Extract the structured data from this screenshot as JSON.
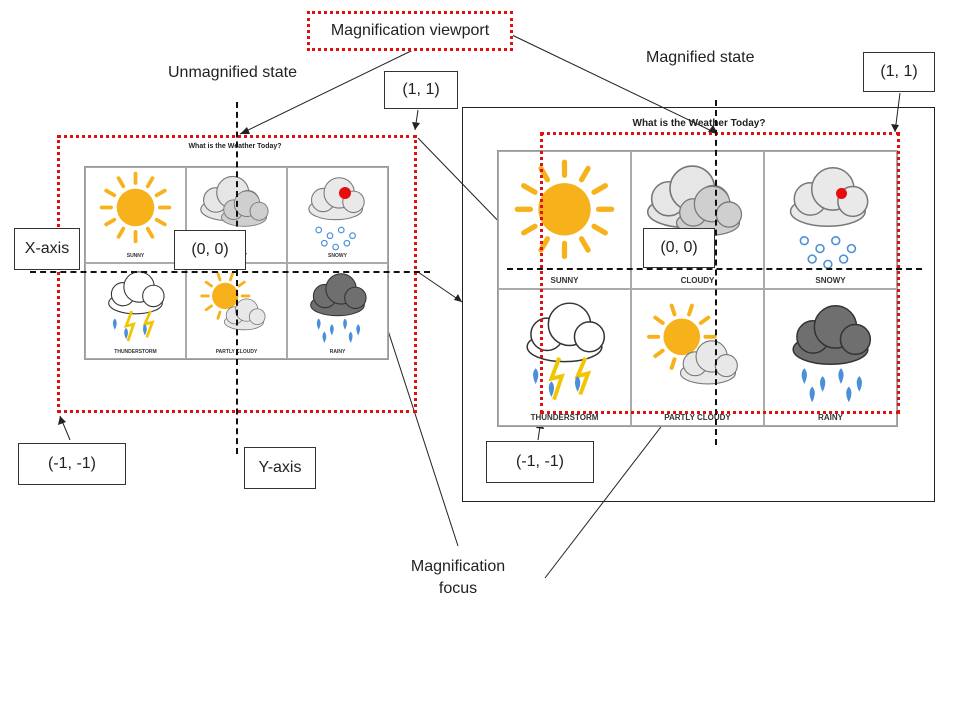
{
  "labels": {
    "viewport": "Magnification viewport",
    "unmagnified": "Unmagnified state",
    "magnified": "Magnified state",
    "x_axis": "X-axis",
    "y_axis": "Y-axis",
    "focus": "Magnification\nfocus",
    "coord_top_right_left": "(1, 1)",
    "coord_top_right_right": "(1, 1)",
    "coord_origin_left": "(0, 0)",
    "coord_origin_right": "(0, 0)",
    "coord_bottom_left_left": "(-1, -1)",
    "coord_bottom_left_right": "(-1, -1)"
  },
  "weather_chart": {
    "title": "What is the Weather Today?",
    "cells": [
      {
        "icon": "sun-icon",
        "caption": "SUNNY"
      },
      {
        "icon": "cloud-icon",
        "caption": "CLOUDY"
      },
      {
        "icon": "snow-icon",
        "caption": "SNOWY"
      },
      {
        "icon": "thunderstorm-icon",
        "caption": "THUNDERSTORM"
      },
      {
        "icon": "partly-cloudy-icon",
        "caption": "PARTLY CLOUDY"
      },
      {
        "icon": "rain-icon",
        "caption": "RAINY"
      }
    ]
  },
  "colors": {
    "viewport_border": "#e01010",
    "focus_dot": "#e80c0c",
    "sun": "#f7b11a",
    "cloud": "#cfcfcf",
    "dark_cloud": "#6f6f6f",
    "drop": "#4a8fd8"
  }
}
